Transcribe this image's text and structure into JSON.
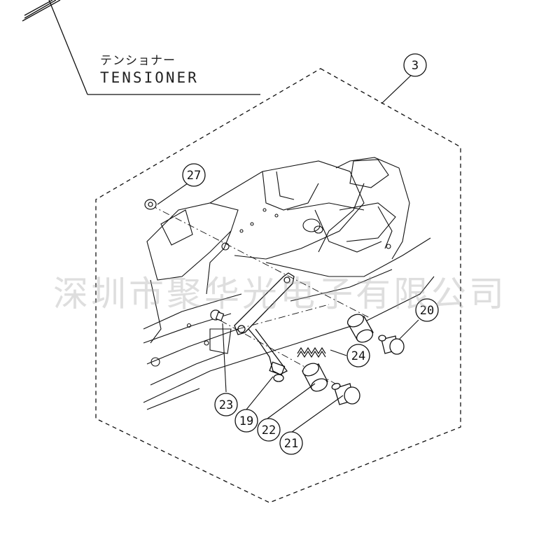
{
  "labels": {
    "subassembly_jp": "テンショナー",
    "subassembly_en": "TENSIONER"
  },
  "watermark": "深圳市聚华光电子有限公司",
  "callouts": [
    "3",
    "27",
    "20",
    "24",
    "23",
    "19",
    "22",
    "21"
  ]
}
